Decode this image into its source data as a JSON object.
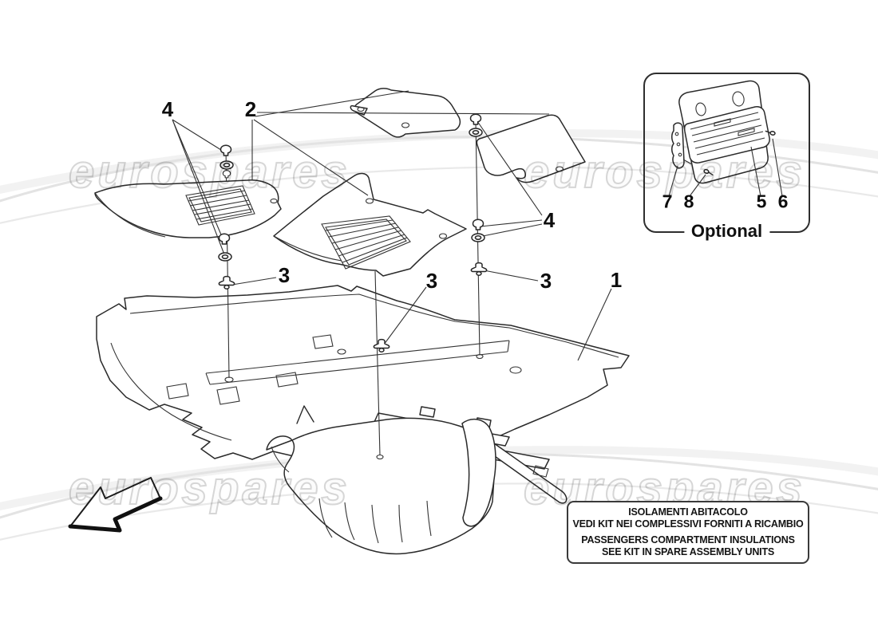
{
  "watermark": {
    "text": "eurospares",
    "color": "#d6d6d6"
  },
  "callouts": {
    "four_left": "4",
    "two": "2",
    "four_right": "4",
    "three_left": "3",
    "three_center": "3",
    "three_right": "3",
    "one": "1"
  },
  "optional_panel": {
    "label": "Optional",
    "seven": "7",
    "eight": "8",
    "five": "5",
    "six": "6"
  },
  "info_box": {
    "line1": "ISOLAMENTI ABITACOLO",
    "line2": "VEDI KIT NEI COMPLESSIVI FORNITI A RICAMBIO",
    "line3": "PASSENGERS COMPARTMENT INSULATIONS",
    "line4": "SEE KIT IN SPARE ASSEMBLY UNITS"
  },
  "colors": {
    "line_art": "#2a2a2a",
    "watermark_stroke": "#d6d6d6"
  }
}
